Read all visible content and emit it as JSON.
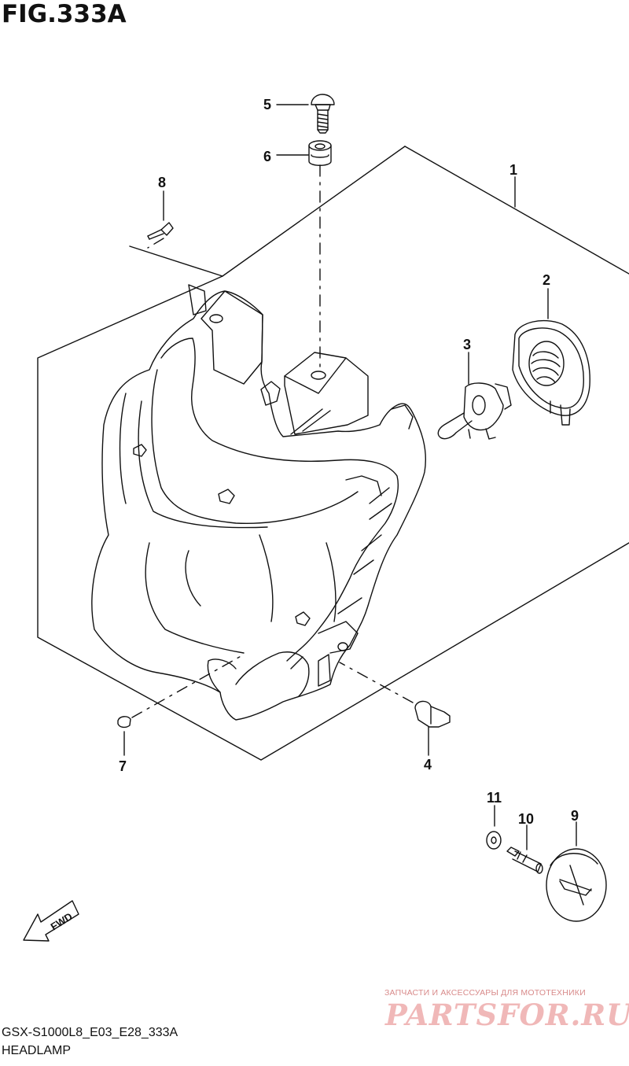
{
  "figure": {
    "title": "FIG.333A",
    "code": "GSX-S1000L8_E03_E28_333A",
    "name": "HEADLAMP"
  },
  "callouts": [
    "1",
    "2",
    "3",
    "4",
    "5",
    "6",
    "7",
    "8",
    "9",
    "10",
    "11"
  ],
  "fwd_label": "FWD",
  "watermark": {
    "tagline": "ЗАПЧАСТИ И АКСЕССУАРЫ ДЛЯ МОТОТЕХНИКИ",
    "logo": "PARTSFOR.RU"
  },
  "colors": {
    "line": "#111111",
    "watermark": "#e8a0a0"
  }
}
